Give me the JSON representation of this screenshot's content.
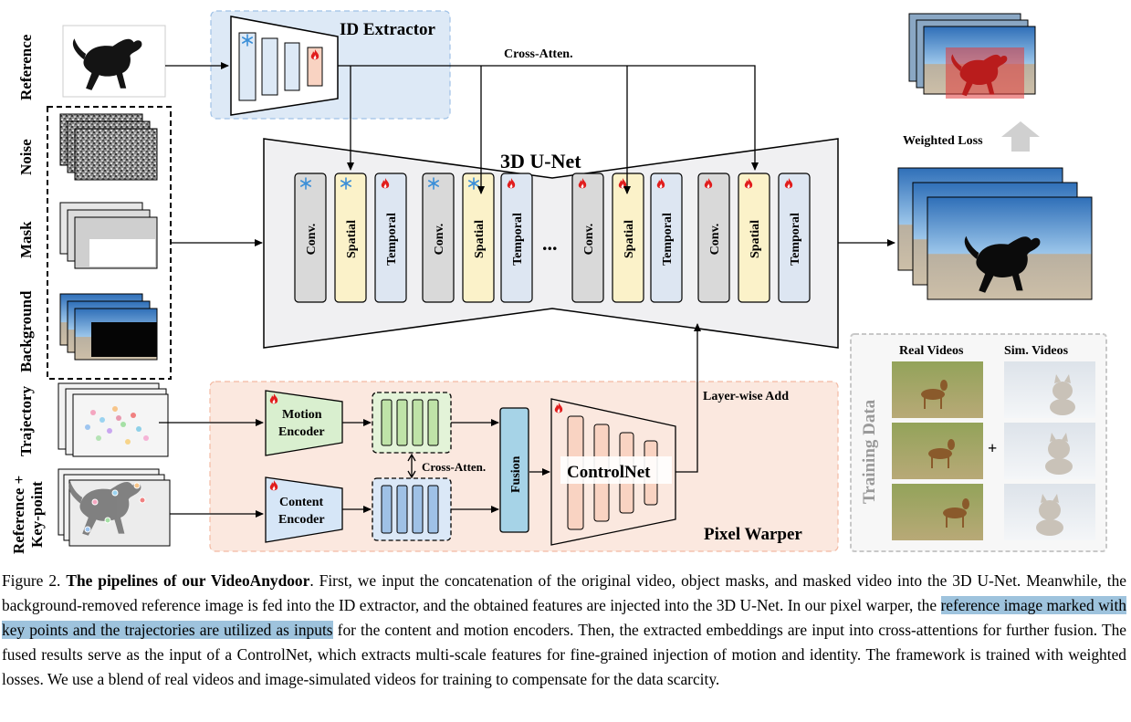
{
  "inputs": {
    "reference": "Reference",
    "noise": "Noise",
    "mask": "Mask",
    "background": "Background",
    "trajectory": "Trajectory",
    "reference_keypoint_line1": "Reference +",
    "reference_keypoint_line2": "Key-point"
  },
  "id_extractor": {
    "title": "ID Extractor"
  },
  "cross_attention_top": "Cross-Atten.",
  "unet": {
    "title": "3D U-Net",
    "ellipsis": "...",
    "blocks": [
      {
        "label": "Conv.",
        "icon": "snowflake-icon"
      },
      {
        "label": "Spatial",
        "icon": "snowflake-icon"
      },
      {
        "label": "Temporal",
        "icon": "flame-icon"
      },
      {
        "label": "Conv.",
        "icon": "snowflake-icon"
      },
      {
        "label": "Spatial",
        "icon": "snowflake-icon"
      },
      {
        "label": "Temporal",
        "icon": "flame-icon"
      },
      {
        "label": "Conv.",
        "icon": "flame-icon"
      },
      {
        "label": "Spatial",
        "icon": "flame-icon"
      },
      {
        "label": "Temporal",
        "icon": "flame-icon"
      },
      {
        "label": "Conv.",
        "icon": "flame-icon"
      },
      {
        "label": "Spatial",
        "icon": "flame-icon"
      },
      {
        "label": "Temporal",
        "icon": "flame-icon"
      }
    ]
  },
  "weighted_loss": "Weighted Loss",
  "layer_wise_add": "Layer-wise Add",
  "pixel_warper": {
    "title": "Pixel Warper",
    "motion_encoder_line1": "Motion",
    "motion_encoder_line2": "Encoder",
    "content_encoder_line1": "Content",
    "content_encoder_line2": "Encoder",
    "cross_attention": "Cross-Atten.",
    "fusion": "Fusion",
    "controlnet": "ControlNet"
  },
  "training_data": {
    "title": "Training Data",
    "real_videos": "Real Videos",
    "sim_videos": "Sim. Videos",
    "plus": "+"
  },
  "caption": {
    "figure_label": "Figure 2. ",
    "bold_title": "The pipelines of our VideoAnydoor",
    "text_before_highlight": ". First, we input the concatenation of the original video, object masks, and masked video into the 3D U-Net. Meanwhile, the background-removed reference image is fed into the ID extractor, and the obtained features are injected into the 3D U-Net. In our pixel warper, the ",
    "highlighted": "reference image marked with key points and the trajectories are utilized as inputs",
    "text_after_highlight": " for the content and motion encoders. Then, the extracted embeddings are input into cross-attentions for further fusion. The fused results serve as the input of a ControlNet, which extracts multi-scale features for fine-grained injection of motion and identity. The framework is trained with weighted losses. We use a blend of real videos and image-simulated videos for training to compensate for the data scarcity."
  },
  "colors": {
    "id_extractor_bg": "#dde9f6",
    "pixel_warper_bg": "#fbe8df",
    "unet_bg": "#f0f0f2",
    "conv_block": "#d9d9d9",
    "spatial_block": "#fbf2c9",
    "temporal_block": "#dde6f2",
    "motion_encoder": "#d9efcf",
    "content_encoder": "#d6e6f7",
    "fusion_block": "#a6d3e7",
    "controlnet_block": "#f9d3c2",
    "highlight": "#9ec3dd"
  }
}
